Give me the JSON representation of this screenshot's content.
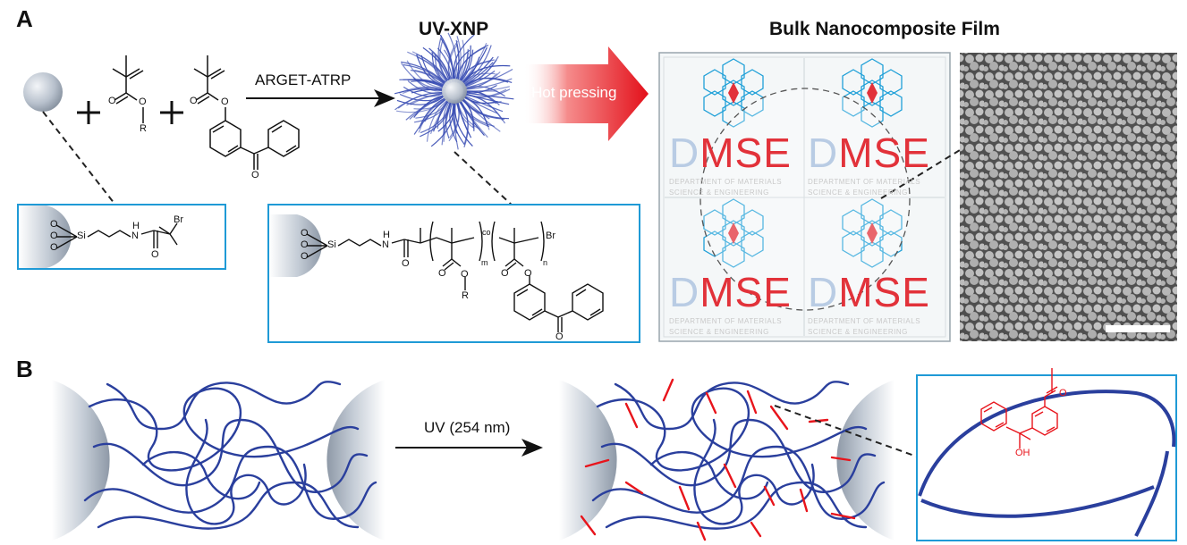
{
  "panels": {
    "a": "A",
    "b": "B"
  },
  "headings": {
    "uv_xnp": "UV-XNP",
    "film": "Bulk Nanocomposite Film"
  },
  "arrows": {
    "synthesis": "ARGET-ATRP",
    "pressing": "Hot pressing",
    "uv": "UV (254 nm)"
  },
  "chem": {
    "r": "R",
    "o": "O",
    "si": "Si",
    "h": "H",
    "n": "N",
    "br": "Br",
    "co": "co",
    "m": "m",
    "n_sub": "n",
    "oh": "OH"
  },
  "logo": {
    "d": "D",
    "mse": "MSE",
    "line1": "DEPARTMENT OF MATERIALS",
    "line2": "SCIENCE & ENGINEERING"
  },
  "colors": {
    "polymer": "#2a3f9d",
    "crosslink": "#e8141b",
    "frame": "#1f9ad6",
    "logo_blue": "#1fa0d8",
    "logo_red": "#e2323a"
  }
}
